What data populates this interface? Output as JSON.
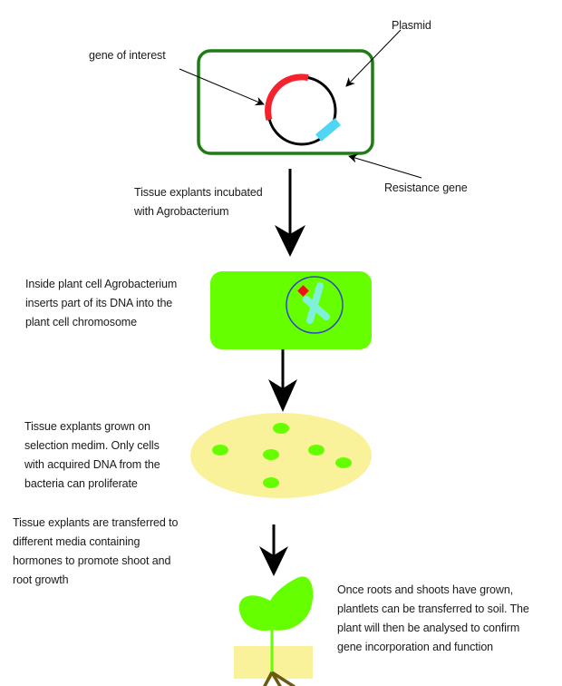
{
  "labels": {
    "plasmid": "Plasmid",
    "gene_of_interest": "gene of interest",
    "resistance_gene": "Resistance gene"
  },
  "steps": [
    {
      "text": "Tissue explants incubated\nwith Agrobacterium"
    },
    {
      "text": "Inside plant cell Agrobacterium\ninserts part of its DNA into the\nplant cell chromosome"
    },
    {
      "text": "Tissue explants grown on\nselection medim. Only cells\nwith acquired DNA from the\nbacteria can proliferate"
    },
    {
      "text": "Tissue explants are transferred to\ndifferent media containing\nhormones to promote shoot and\nroot growth"
    },
    {
      "text": "Once roots and shoots have grown,\nplantlets can be transferred to soil. The\nplant will then be analysed to confirm\ngene incorporation and function"
    }
  ],
  "colors": {
    "bacterium_outline": "#1e7d12",
    "gene_of_interest": "#f5222d",
    "resistance_gene": "#4fd6f5",
    "plant_cell": "#66ff00",
    "nucleus_outline": "#3344cc",
    "chromosome": "#80f0d8",
    "inserted_dna": "#ee1111",
    "selection_medium": "#faf29a",
    "explant": "#66ff00",
    "seedling": "#66ff00",
    "soil": "#faf29a",
    "roots": "#6b5a10"
  }
}
